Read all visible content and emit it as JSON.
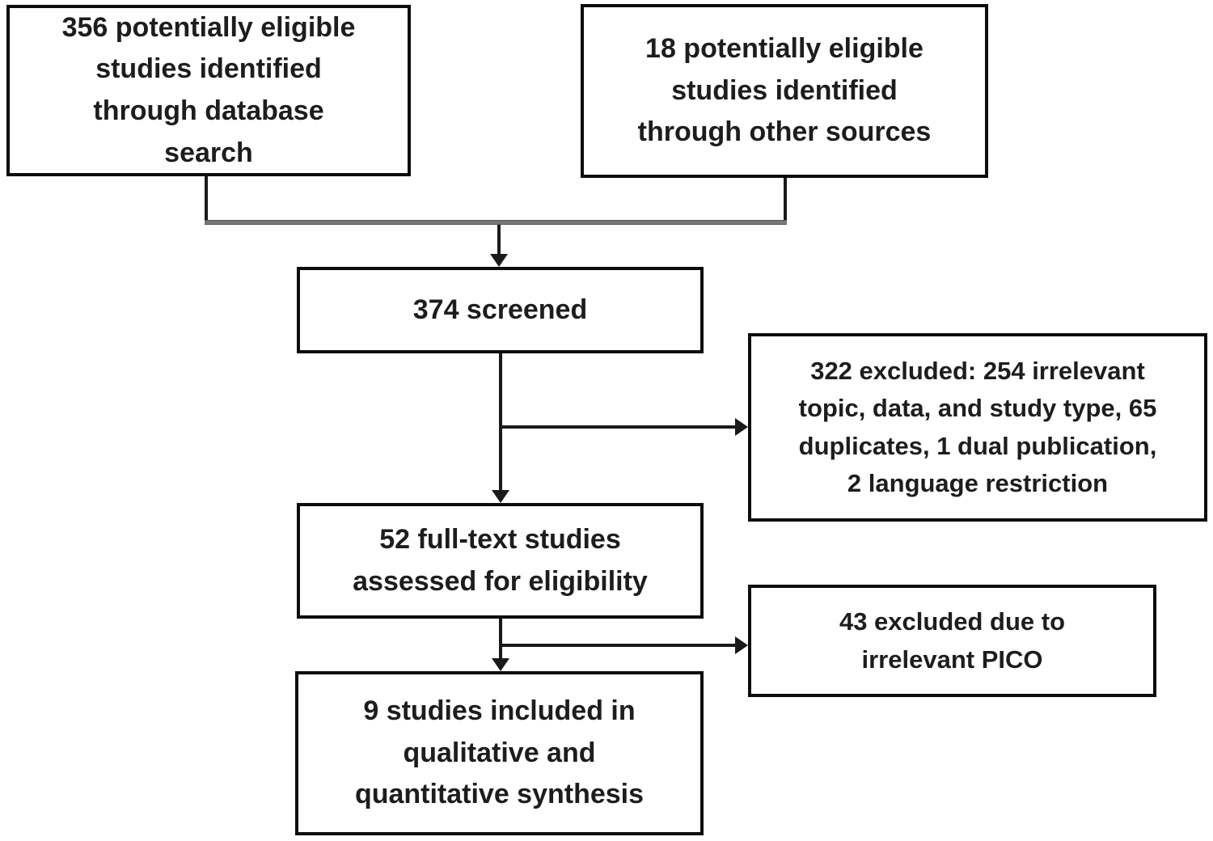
{
  "diagram": {
    "type": "prisma-flowchart",
    "boxes": {
      "db_search": {
        "text": "356 potentially eligible\nstudies identified\nthrough database\nsearch"
      },
      "other_sources": {
        "text": "18 potentially eligible\nstudies identified\nthrough other sources"
      },
      "screened": {
        "text": "374 screened"
      },
      "excluded_screening": {
        "text": "322 excluded: 254 irrelevant\ntopic, data, and study type, 65\nduplicates, 1 dual publication,\n2 language restriction"
      },
      "fulltext": {
        "text": "52 full-text studies\nassessed for eligibility"
      },
      "excluded_pico": {
        "text": "43 excluded due to\nirrelevant PICO"
      },
      "included": {
        "text": "9 studies included in\nqualitative and\nquantitative synthesis"
      }
    },
    "counts": {
      "database_search": 356,
      "other_sources": 18,
      "screened": 374,
      "excluded_at_screening": 322,
      "excluded_irrelevant_topic_data_studytype": 254,
      "excluded_duplicates": 65,
      "excluded_dual_publication": 1,
      "excluded_language_restriction": 2,
      "fulltext_assessed": 52,
      "excluded_irrelevant_pico": 43,
      "included_in_synthesis": 9
    }
  }
}
